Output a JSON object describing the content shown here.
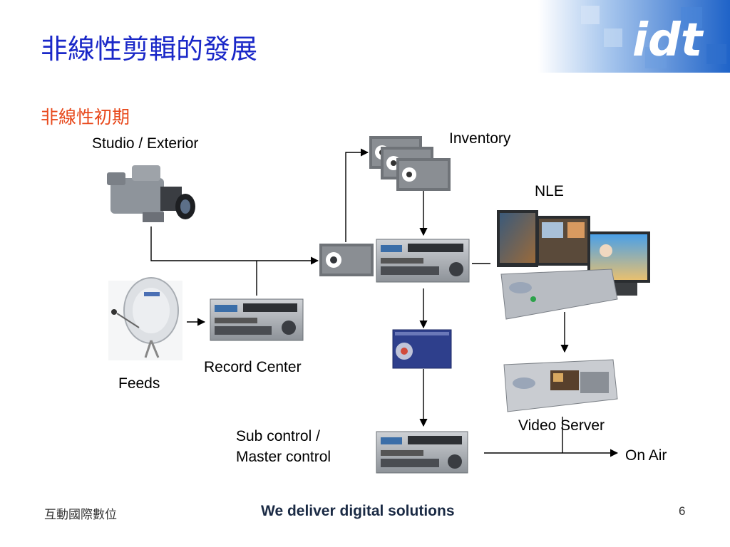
{
  "header": {
    "title": "非線性剪輯的發展",
    "logo_text": "idt",
    "brand_color": "#1a28c8"
  },
  "section_title": "非線性初期",
  "labels": {
    "studio": "Studio / Exterior",
    "inventory": "Inventory",
    "nle": "NLE",
    "record_center": "Record Center",
    "feeds": "Feeds",
    "video_server": "Video Server",
    "sub_control_line1": "Sub control /",
    "sub_control_line2": "Master control",
    "on_air": "On Air"
  },
  "icons": {
    "camera": "video-camera-icon",
    "dish": "satellite-dish-icon",
    "vtr": "vtr-deck-icon",
    "tape": "videotape-icon",
    "monitors": "nle-monitors-icon",
    "server": "video-server-icon"
  },
  "footer": {
    "company": "互動國際數位",
    "tagline": "We deliver digital solutions",
    "page_number": "6"
  }
}
